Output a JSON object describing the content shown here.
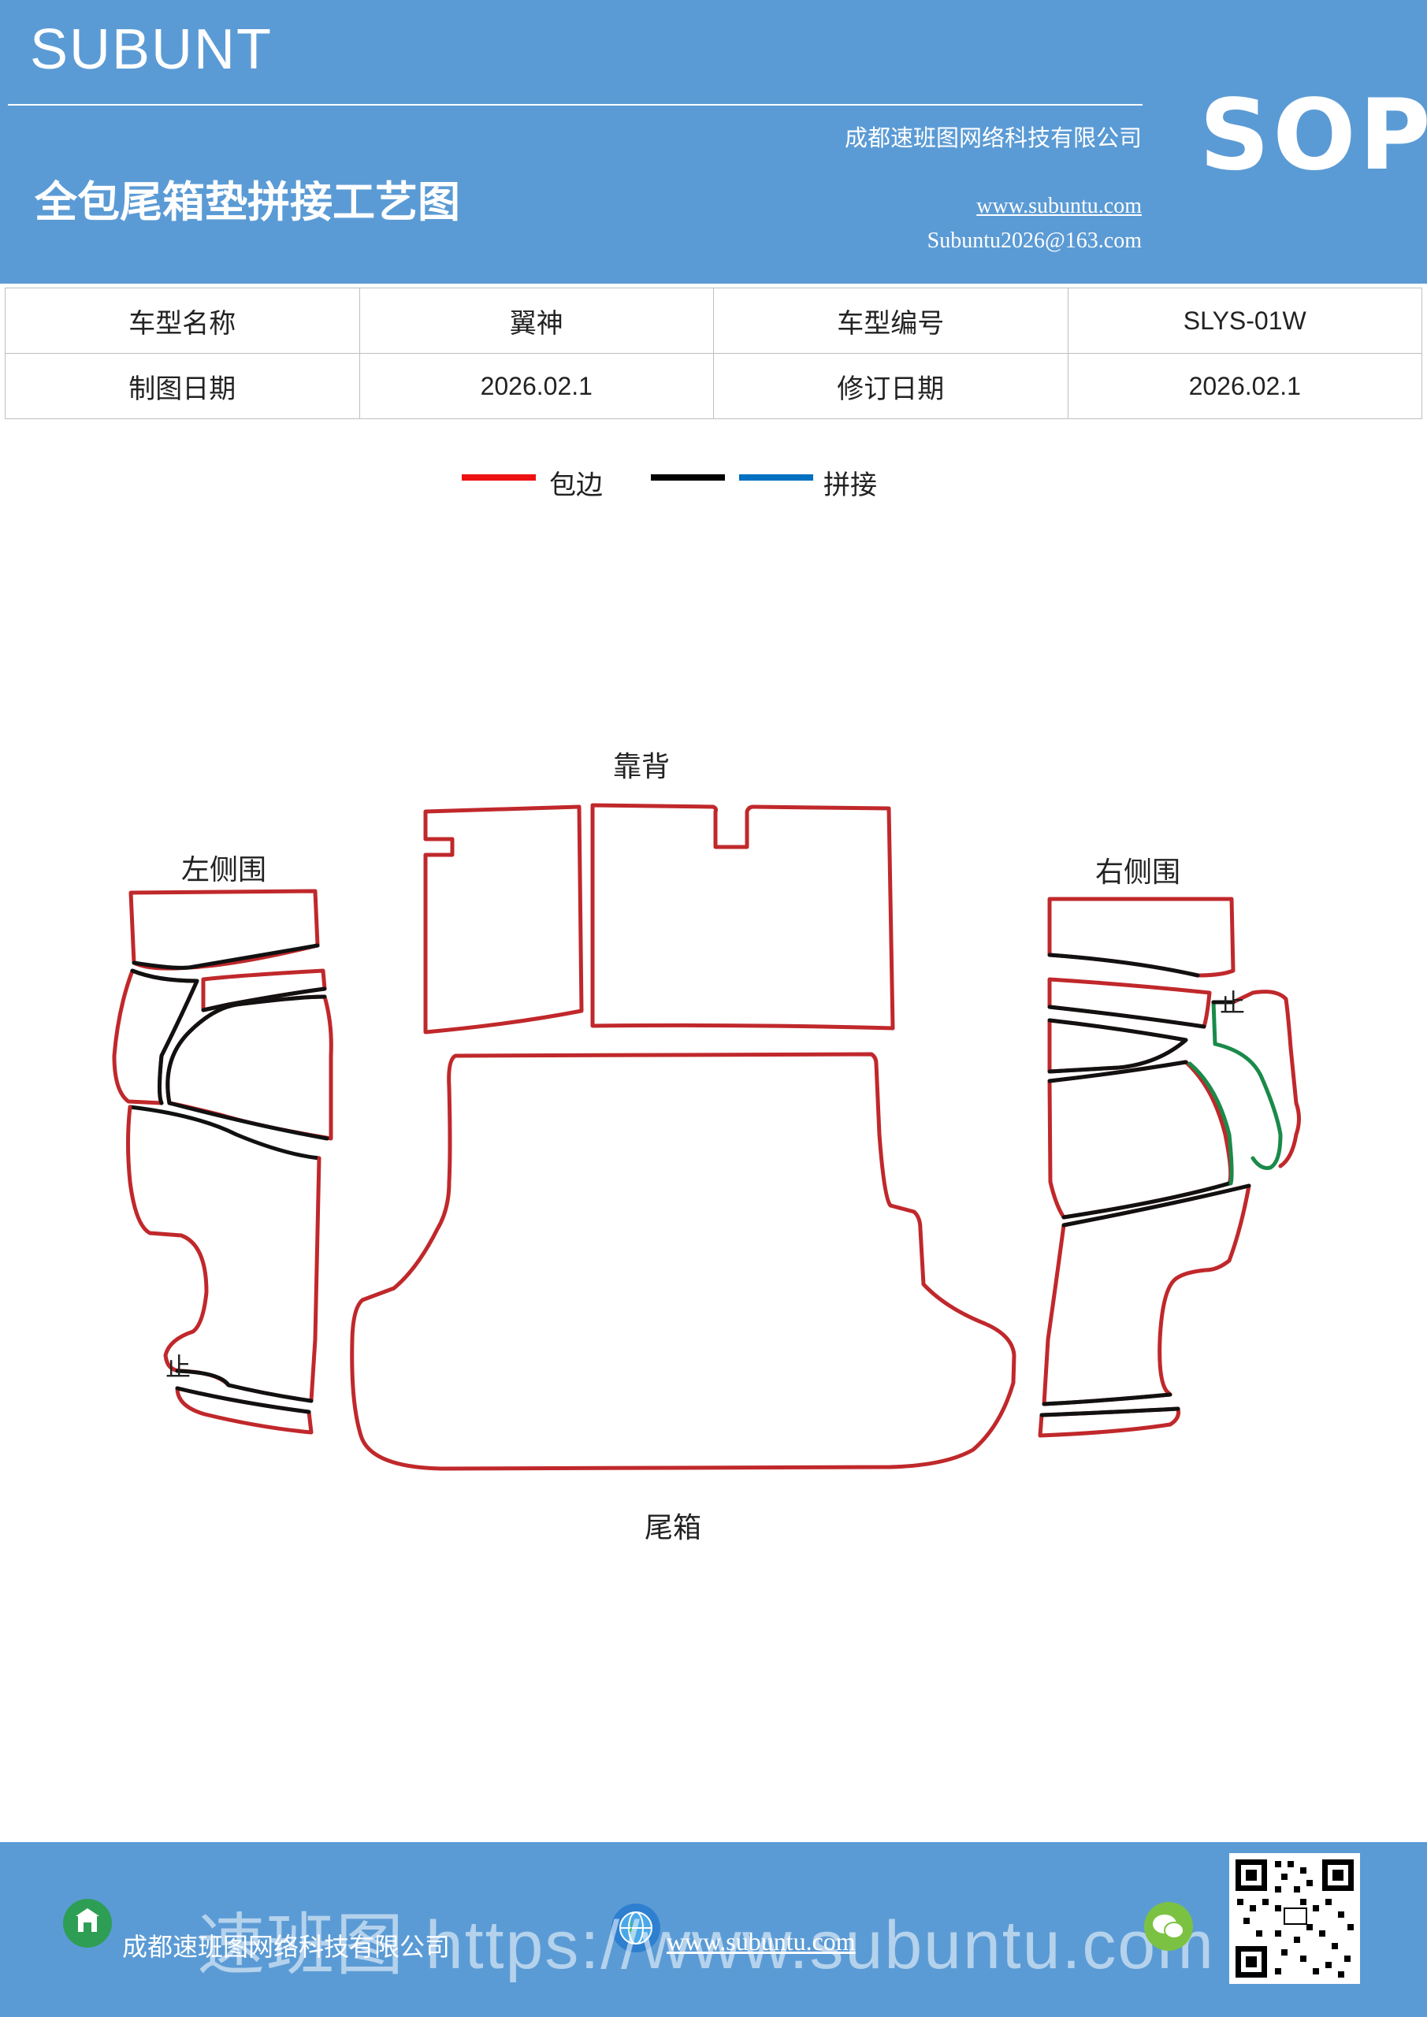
{
  "header": {
    "brand": "SUBUNT",
    "company": "成都速班图网络科技有限公司",
    "title": "全包尾箱垫拼接工艺图",
    "website": "www.subuntu.com",
    "email": "Subuntu2026@163.com",
    "badge": "SOP"
  },
  "info_table": {
    "rows": [
      [
        "车型名称",
        "翼神",
        "车型编号",
        "SLYS-01W"
      ],
      [
        "制图日期",
        "2026.02.1",
        "修订日期",
        "2026.02.1"
      ]
    ]
  },
  "legend": {
    "items": [
      {
        "label": "包边",
        "color": "#ee1111"
      },
      {
        "label": "",
        "color": "#000000"
      },
      {
        "label": "拼接",
        "color": "#0070c0"
      }
    ]
  },
  "diagram": {
    "labels": {
      "backrest": "靠背",
      "left_side": "左侧围",
      "right_side": "右侧围",
      "trunk": "尾箱",
      "stop_mark_left": "止",
      "stop_mark_right": "止"
    },
    "colors": {
      "edge": "#c0282b",
      "seam": "#111111",
      "green": "#1a8a4a"
    }
  },
  "footer": {
    "company": "成都速班图网络科技有限公司",
    "website": "www.subuntu.com",
    "watermark": "速班图 https://www.subuntu.com"
  }
}
